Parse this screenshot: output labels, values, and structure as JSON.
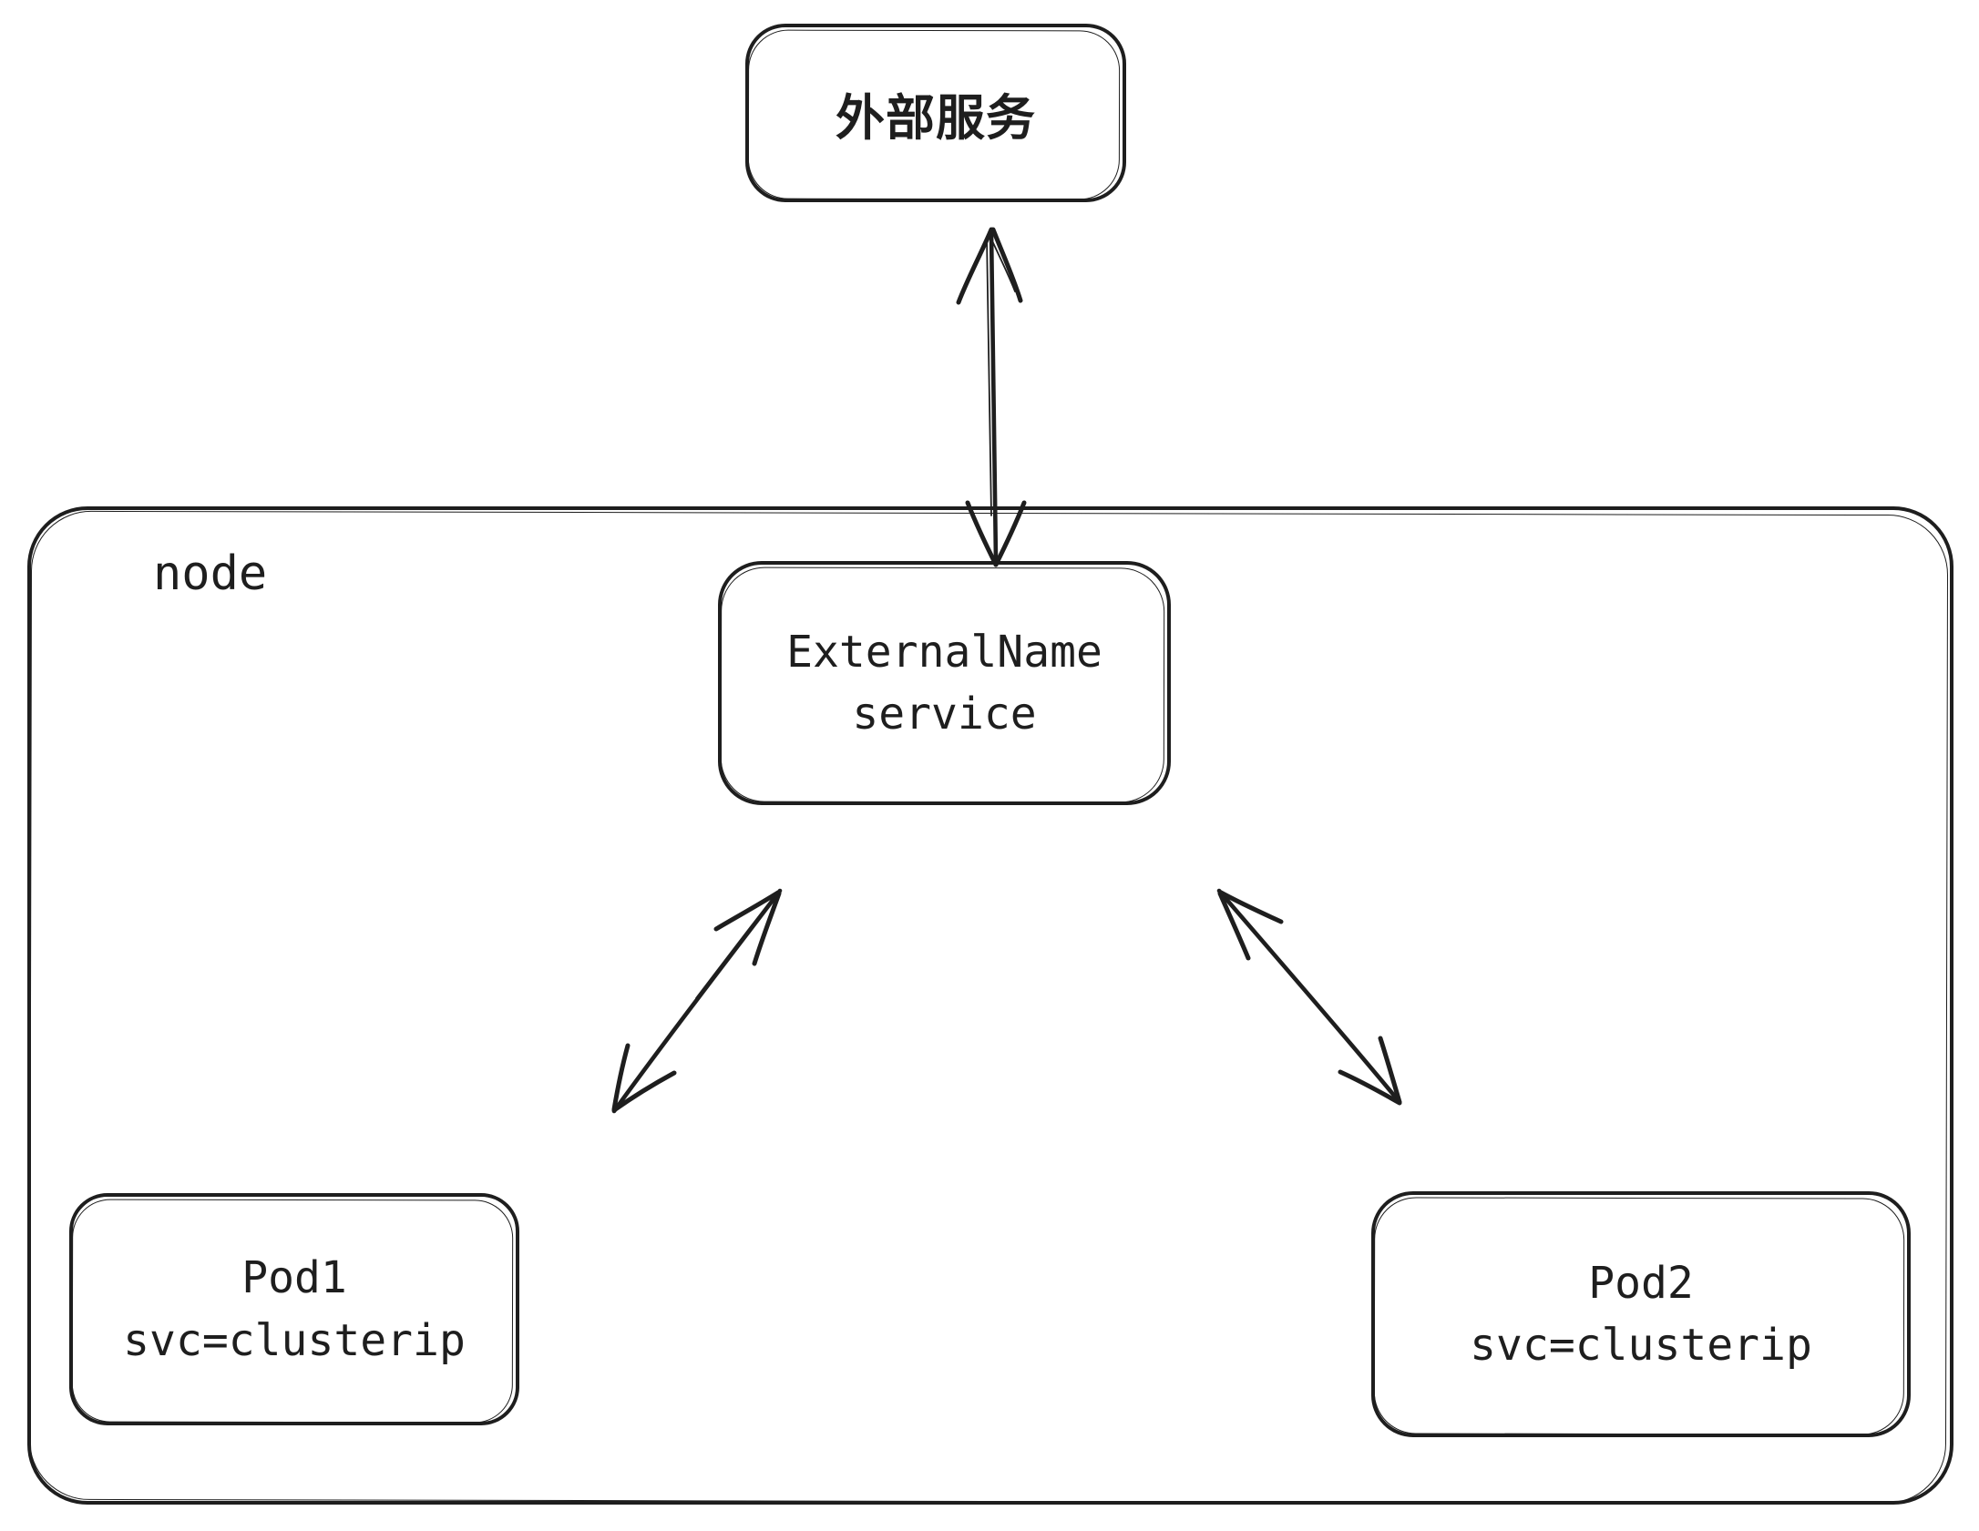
{
  "diagram": {
    "type": "flow-diagram",
    "style": "hand-drawn-sketch",
    "colors": {
      "stroke": "#1e1e1e",
      "background": "#ffffff"
    },
    "nodes": {
      "external_service": {
        "label": "外部服务"
      },
      "node_container": {
        "label": "node"
      },
      "externalname_service": {
        "lines": [
          "ExternalName",
          "service"
        ]
      },
      "pod1": {
        "lines": [
          "Pod1",
          "svc=clusterip"
        ]
      },
      "pod2": {
        "lines": [
          "Pod2",
          "svc=clusterip"
        ]
      }
    },
    "edges": [
      {
        "from": "external_service",
        "to": "externalname_service",
        "direction": "bidirectional"
      },
      {
        "from": "externalname_service",
        "to": "pod1",
        "direction": "bidirectional"
      },
      {
        "from": "externalname_service",
        "to": "pod2",
        "direction": "bidirectional"
      }
    ]
  }
}
